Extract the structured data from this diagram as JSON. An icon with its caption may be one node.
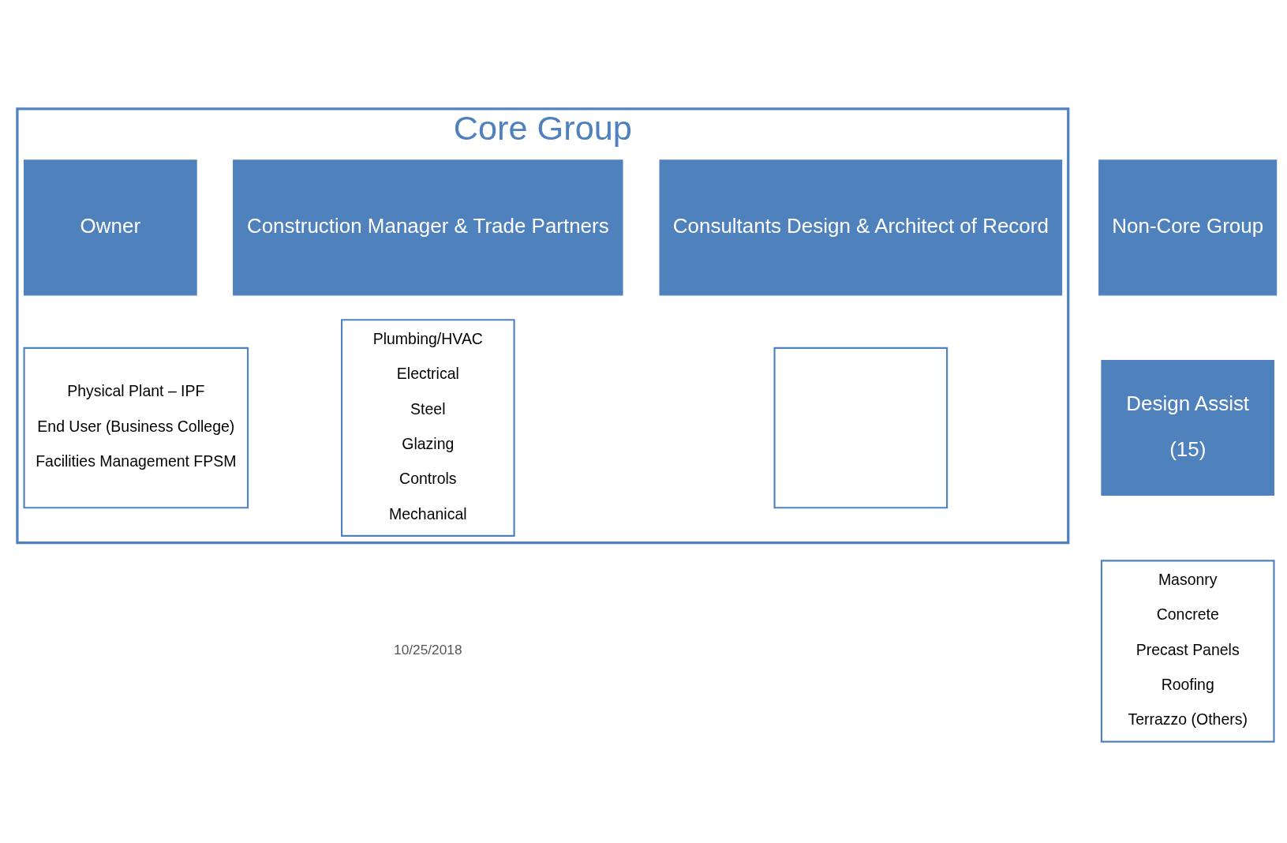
{
  "diagram": {
    "nodes": [
      {
        "text": [
          "Core Group"
        ]
      },
      {
        "text": [
          "Owner"
        ],
        "in": 0
      },
      {
        "text": [
          "Physical Plant – IPF",
          "End User (Business College)",
          "Facilities Management FPSM"
        ],
        "in": 0
      },
      {
        "text": [
          "Construction Manager & Trade Partners"
        ],
        "in": 0
      },
      {
        "text": [
          "Plumbing/HVAC",
          "Electrical",
          "Steel",
          "Glazing",
          "Controls",
          "Mechanical"
        ],
        "in": 0
      },
      {
        "text": [
          "Consultants Design & Architect of Record"
        ],
        "in": 0
      },
      {
        "text": [],
        "shape": "box",
        "in": 0
      },
      {
        "text": [
          "Non-Core Group"
        ]
      },
      {
        "text": [
          "Design Assist",
          "(15)"
        ]
      },
      {
        "text": [
          "Masonry",
          "Concrete",
          "Precast Panels",
          "Roofing",
          "Terrazzo (Others)"
        ]
      }
    ],
    "edges": [],
    "labels": [
      "10/25/2018"
    ]
  }
}
